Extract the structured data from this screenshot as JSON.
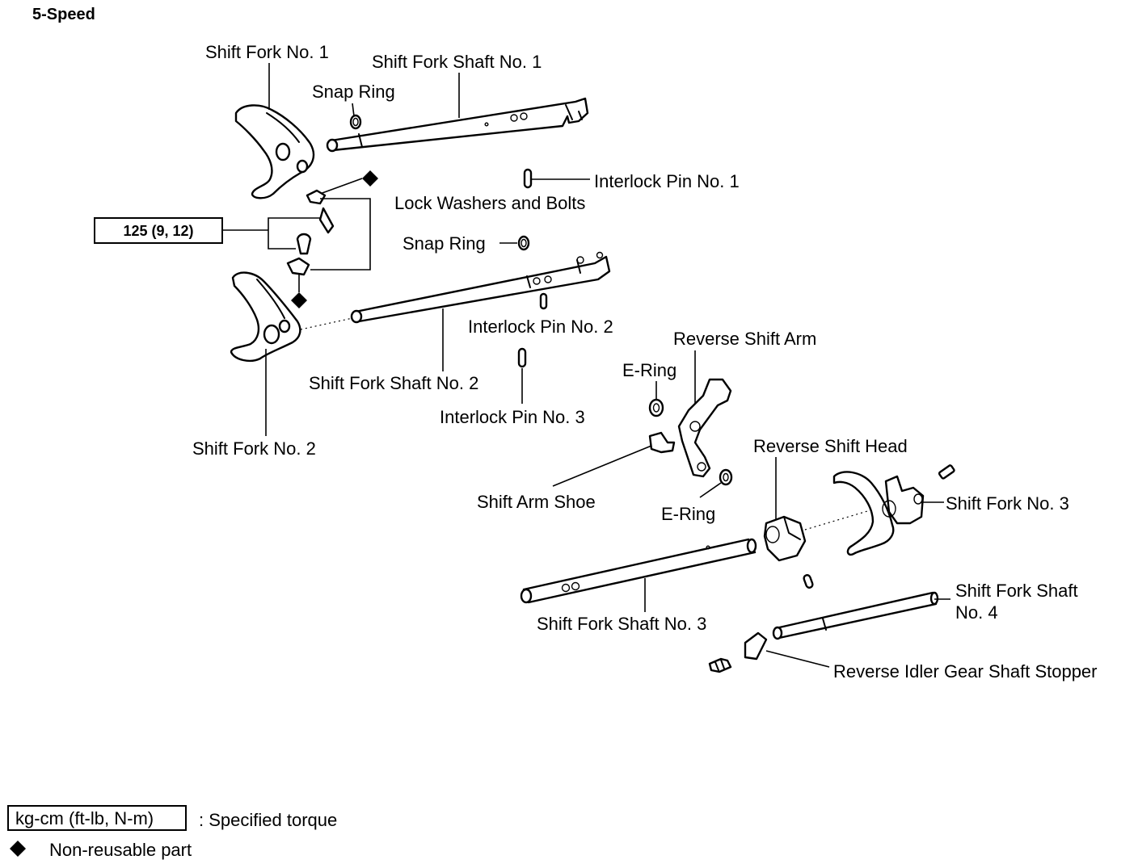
{
  "title": "5-Speed",
  "torque_box": "125 (9, 12)",
  "labels": {
    "shift_fork_1": "Shift Fork No. 1",
    "shift_fork_shaft_1": "Shift Fork Shaft No. 1",
    "snap_ring_1": "Snap Ring",
    "interlock_pin_1": "Interlock Pin No. 1",
    "lock_washers_bolts": "Lock Washers and Bolts",
    "snap_ring_2": "Snap Ring",
    "interlock_pin_2": "Interlock Pin No. 2",
    "shift_fork_shaft_2": "Shift Fork Shaft No. 2",
    "interlock_pin_3": "Interlock Pin No. 3",
    "shift_fork_2": "Shift Fork No. 2",
    "reverse_shift_arm": "Reverse Shift Arm",
    "e_ring_1": "E-Ring",
    "reverse_shift_head": "Reverse Shift Head",
    "shift_arm_shoe": "Shift Arm Shoe",
    "e_ring_2": "E-Ring",
    "shift_fork_3": "Shift Fork No. 3",
    "shift_fork_shaft_4_line1": "Shift Fork Shaft",
    "shift_fork_shaft_4_line2": "No. 4",
    "shift_fork_shaft_3": "Shift Fork Shaft No. 3",
    "reverse_idler_stopper": "Reverse Idler Gear Shaft Stopper"
  },
  "legend": {
    "torque_unit": "kg-cm (ft-lb, N-m)",
    "torque_desc": ":  Specified torque",
    "nonreusable_desc": "Non-reusable part"
  },
  "icons": {
    "nonreusable": "black-diamond-icon"
  }
}
